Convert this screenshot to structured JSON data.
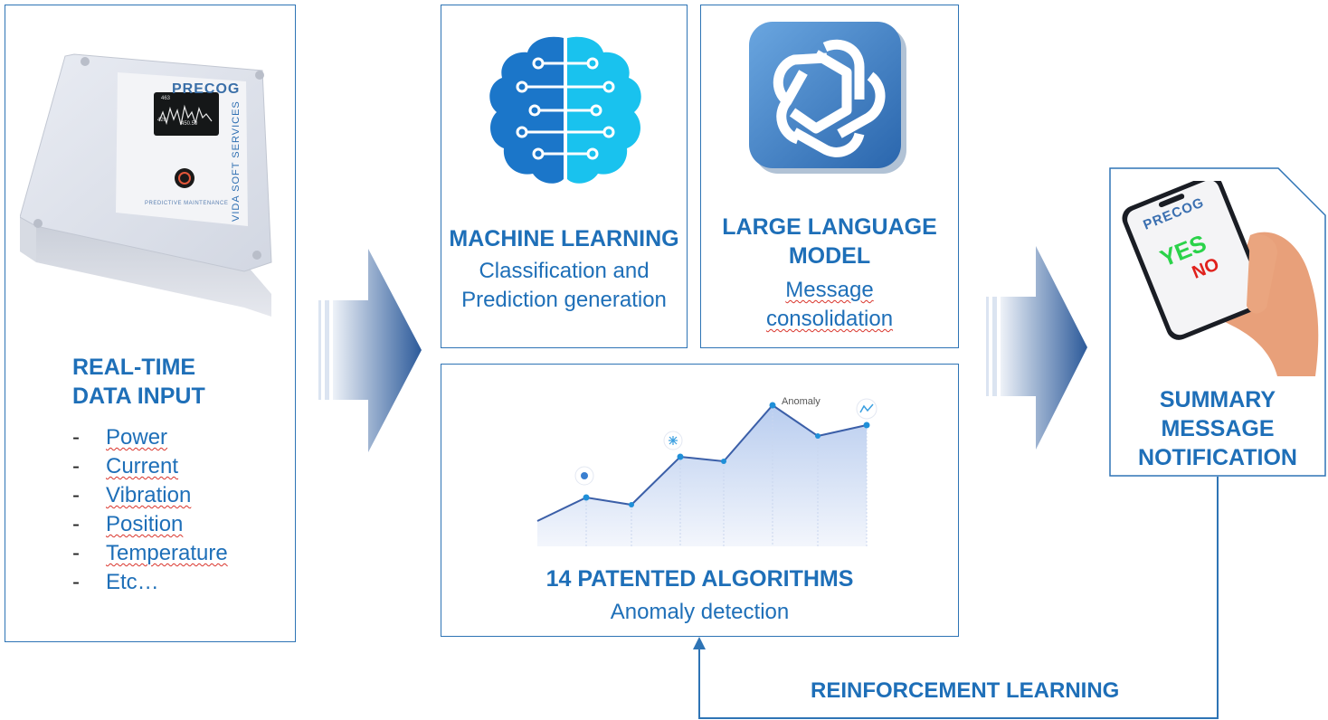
{
  "input": {
    "device_brand": "PRECOG",
    "device_side_text": "VIDA SOFT SERVICES",
    "device_footer": "PREDICTIVE MAINTENANCE",
    "screen_top": "463",
    "screen_mid": "420",
    "screen_value": "450.50",
    "title_line1": "REAL-TIME",
    "title_line2": "DATA INPUT",
    "bullet": "-",
    "items": [
      "Power",
      "Current",
      "Vibration",
      "Position",
      "Temperature",
      "Etc…"
    ]
  },
  "ml": {
    "title": "MACHINE LEARNING",
    "sub1": "Classification and",
    "sub2": "Prediction generation",
    "icon": "brain-icon"
  },
  "llm": {
    "title1": "LARGE LANGUAGE",
    "title2": "MODEL",
    "sub1": "Message",
    "sub2": "consolidation",
    "icon": "llm-knot-icon"
  },
  "algo": {
    "chart_label": "Anomaly",
    "title": "14 PATENTED ALGORITHMS",
    "sub": "Anomaly detection"
  },
  "notify": {
    "line1": "SUMMARY",
    "line2": "MESSAGE",
    "line3": "NOTIFICATION",
    "phone_brand": "PRECOG",
    "phone_yes": "YES",
    "phone_no": "NO"
  },
  "feedback": {
    "label": "REINFORCEMENT LEARNING"
  },
  "colors": {
    "accent": "#1e6fb8",
    "border": "#2e74b5",
    "arrow_dark": "#2c5a9a",
    "arrow_light": "#dbe4f1"
  }
}
